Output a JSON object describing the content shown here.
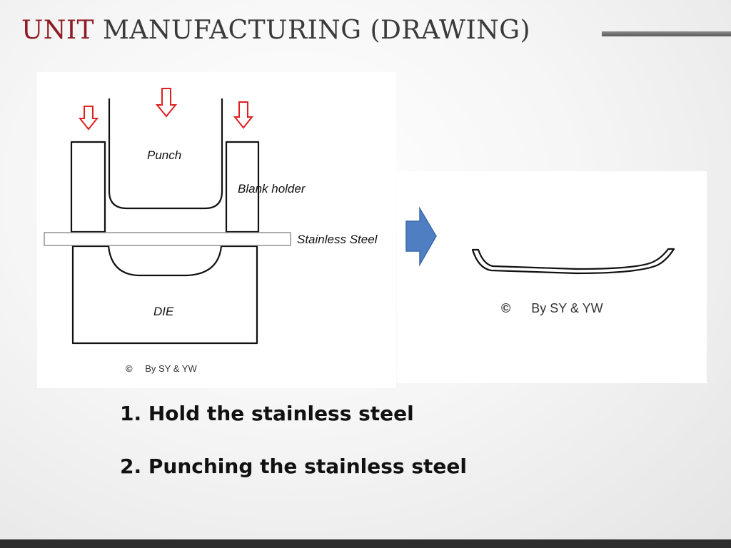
{
  "slide": {
    "title_accent": "UNIT",
    "title_rest": "MANUFACTURING (DRAWING)"
  },
  "diagram_left": {
    "labels": {
      "punch": "Punch",
      "blank_holder": "Blank holder",
      "stainless_steel": "Stainless Steel",
      "die": "DIE"
    },
    "credit_symbol": "©",
    "credit_text": "By SY & YW"
  },
  "diagram_right": {
    "credit_symbol": "©",
    "credit_text": "By SY & YW"
  },
  "steps": [
    {
      "number": "1.",
      "text": "Hold the stainless steel"
    },
    {
      "number": "2.",
      "text": "Punching the stainless steel"
    }
  ],
  "colors": {
    "title_accent": "#8e1c24",
    "force_arrow": "#e02020",
    "process_arrow": "#4f7fc2"
  },
  "icons": {
    "force_arrow": "down-arrow-icon",
    "process_arrow": "right-arrow-icon"
  }
}
